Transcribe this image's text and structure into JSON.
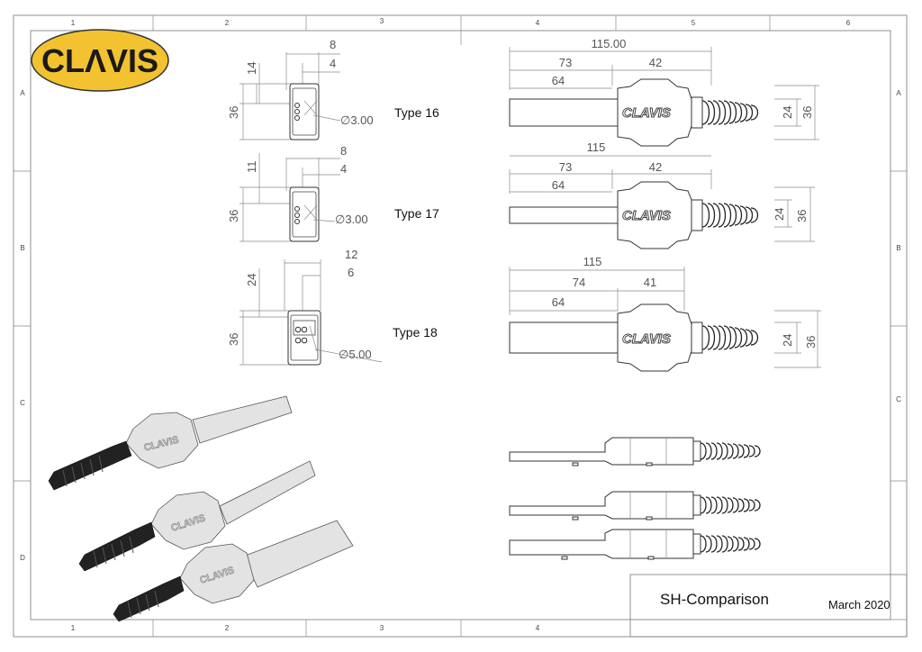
{
  "logo": {
    "text": "CLΛVIS",
    "fill_color": "#f2c230",
    "border_color": "#333333"
  },
  "brand_mark": "CLAVIS",
  "border": {
    "cols_top": [
      "1",
      "2",
      "3",
      "4",
      "5",
      "6"
    ],
    "cols_bottom": [
      "1",
      "2",
      "3",
      "4"
    ],
    "rows_left": [
      "A",
      "B",
      "C",
      "D"
    ],
    "rows_right": [
      "A",
      "B",
      "C"
    ]
  },
  "end_views": [
    {
      "label": "Type 16",
      "dim_top_outer": "8",
      "dim_top_inner": "4",
      "dim_side_small": "14",
      "dim_side_height": "36",
      "hole": "∅3.00"
    },
    {
      "label": "Type 17",
      "dim_top_outer": "8",
      "dim_top_inner": "4",
      "dim_side_small": "11",
      "dim_side_height": "36",
      "hole": "∅3.00"
    },
    {
      "label": "Type 18",
      "dim_top_outer": "12",
      "dim_top_inner": "6",
      "dim_side_small": "24",
      "dim_side_height": "36",
      "hole": "∅5.00"
    }
  ],
  "side_views": [
    {
      "total": "115.00",
      "d_a": "73",
      "d_b": "42",
      "d_c": "64",
      "d_h1": "24",
      "d_h2": "36"
    },
    {
      "total": "115",
      "d_a": "73",
      "d_b": "42",
      "d_c": "64",
      "d_h1": "24",
      "d_h2": "36"
    },
    {
      "total": "115",
      "d_a": "74",
      "d_b": "41",
      "d_c": "64",
      "d_h1": "24",
      "d_h2": "36"
    }
  ],
  "title_block": {
    "title": "SH-Comparison",
    "date": "March 2020"
  }
}
